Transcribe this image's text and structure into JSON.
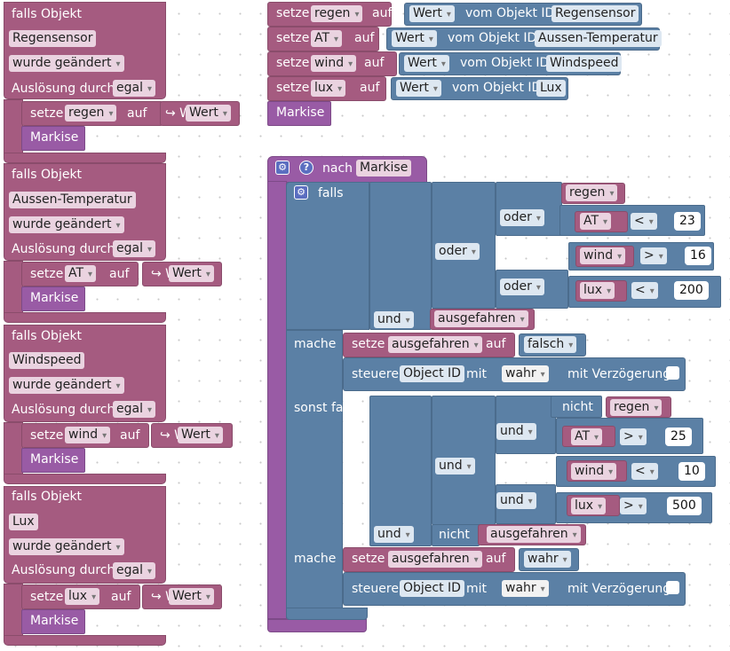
{
  "words": {
    "falls_objekt": "falls Objekt",
    "wurde_geaendert": "wurde geändert",
    "ausloesung": "Auslösung durch",
    "egal": "egal",
    "setze": "setze",
    "auf": "auf",
    "wert": "Wert",
    "wert_ref": "↪ Wert",
    "vom_objekt": "vom Objekt ID",
    "nach": "nach",
    "falls": "falls",
    "oder": "oder",
    "und": "und",
    "nicht": "nicht",
    "mache": "mache",
    "sonst_falls": "sonst falls",
    "steuere": "steuere",
    "object_id": "Object ID",
    "mit": "mit",
    "wahr": "wahr",
    "falsch": "falsch",
    "verzoegerung": "mit Verzögerung",
    "lt": "<",
    "gt": ">",
    "gear": "⚙",
    "question": "?"
  },
  "triggers": [
    {
      "object": "Regensensor",
      "var": "regen",
      "func": "Markise"
    },
    {
      "object": "Aussen-Temperatur",
      "var": "AT",
      "func": "Markise"
    },
    {
      "object": "Windspeed",
      "var": "wind",
      "func": "Markise"
    },
    {
      "object": "Lux",
      "var": "lux",
      "func": "Markise"
    }
  ],
  "assignments": [
    {
      "var": "regen",
      "object": "Regensensor"
    },
    {
      "var": "AT",
      "object": "Aussen-Temperatur"
    },
    {
      "var": "wind",
      "object": "Windspeed"
    },
    {
      "var": "lux",
      "object": "Lux"
    }
  ],
  "assign_func": "Markise",
  "procedure": {
    "name": "Markise",
    "if": {
      "cond_var": "regen",
      "at": {
        "var": "AT",
        "value": "23"
      },
      "wind": {
        "var": "wind",
        "value": "16"
      },
      "lux": {
        "var": "lux",
        "value": "200"
      },
      "final_var": "ausgefahren"
    },
    "do1": {
      "var": "ausgefahren",
      "value": "falsch",
      "ctrl": "wahr"
    },
    "elseif": {
      "cond_var": "regen",
      "at": {
        "var": "AT",
        "value": "25"
      },
      "wind": {
        "var": "wind",
        "value": "10"
      },
      "lux": {
        "var": "lux",
        "value": "500"
      },
      "final_var": "ausgefahren"
    },
    "do2": {
      "var": "ausgefahren",
      "value": "wahr",
      "ctrl": "wahr"
    }
  },
  "colors": {
    "variable_block": "#a55b80",
    "logic_block": "#5b80a5",
    "function_block": "#995ba5"
  }
}
